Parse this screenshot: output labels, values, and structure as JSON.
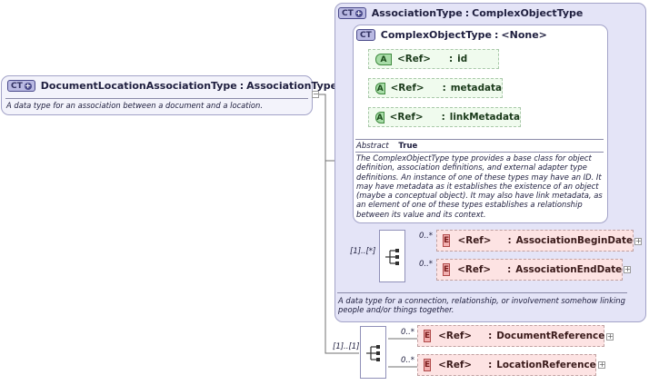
{
  "main_type": {
    "badge": "CT",
    "name": "DocumentLocationAssociationType",
    "base": "AssociationType",
    "doc": "A data type for an association between a document and a location."
  },
  "association_type": {
    "badge": "CT",
    "name": "AssociationType",
    "base": "ComplexObjectType",
    "doc": "A data type for a connection, relationship, or involvement somehow linking people and/or things together.",
    "sequence_cardinality": "[1]..[*]",
    "elements": [
      {
        "badge": "E",
        "ref": "<Ref>",
        "name": "AssociationBeginDate",
        "cardinality": "0..*"
      },
      {
        "badge": "E",
        "ref": "<Ref>",
        "name": "AssociationEndDate",
        "cardinality": "0..*"
      }
    ]
  },
  "complex_object_type": {
    "badge": "CT",
    "name": "ComplexObjectType",
    "base": "<None>",
    "attributes": [
      {
        "badge": "A",
        "ref": "<Ref>",
        "name": "id"
      },
      {
        "badge": "A",
        "ref": "<Ref>",
        "name": "metadata"
      },
      {
        "badge": "A",
        "ref": "<Ref>",
        "name": "linkMetadata"
      }
    ],
    "abstract_label": "Abstract",
    "abstract_value": "True",
    "doc": "The ComplexObjectType type provides a base class for object definition, association definitions, and external adapter type definitions. An instance of one of these types may have an ID. It may have metadata as it establishes the existence of an object (maybe a conceptual object). It may also have link metadata, as an element of one of these types establishes a relationship between its value and its context."
  },
  "main_sequence": {
    "cardinality": "[1]..[1]",
    "elements": [
      {
        "badge": "E",
        "ref": "<Ref>",
        "name": "DocumentReference",
        "cardinality": "0..*"
      },
      {
        "badge": "E",
        "ref": "<Ref>",
        "name": "LocationReference",
        "cardinality": "0..*"
      }
    ]
  },
  "colon": ":",
  "expand_glyph": "+",
  "collapse_glyph": "−"
}
